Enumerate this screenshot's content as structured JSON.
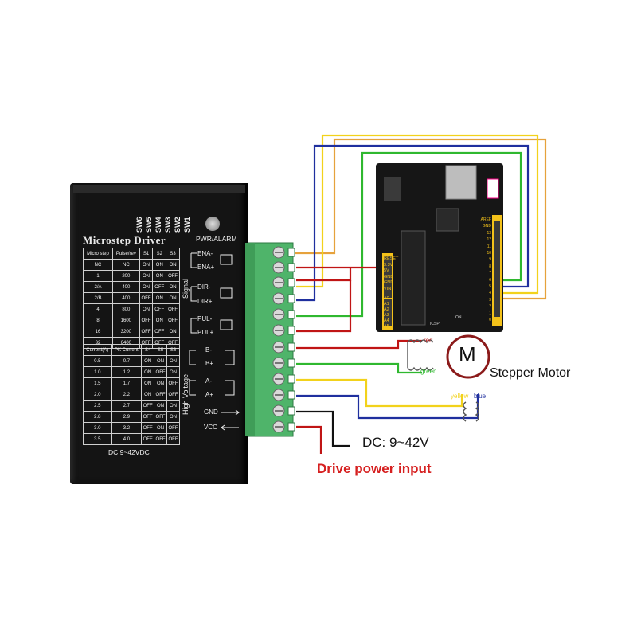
{
  "driver": {
    "title": "Microstep Driver",
    "switch_labels": [
      "SW6",
      "SW5",
      "SW4",
      "SW3",
      "SW2",
      "SW1"
    ],
    "pwr_alarm": "PWR/ALARM",
    "signal_group": "Signal",
    "high_voltage_group": "High Voltage",
    "dc_rating": "DC:9~42VDC",
    "terminals": [
      "ENA-",
      "ENA+",
      "DIR-",
      "DIR+",
      "PUL-",
      "PUL+",
      "B-",
      "B+",
      "A-",
      "A+",
      "GND",
      "VCC"
    ],
    "microstep_table": {
      "headers": [
        "Micro step",
        "Pulse/rev",
        "S1",
        "S2",
        "S3"
      ],
      "rows": [
        [
          "NC",
          "NC",
          "ON",
          "ON",
          "ON"
        ],
        [
          "1",
          "200",
          "ON",
          "ON",
          "OFF"
        ],
        [
          "2/A",
          "400",
          "ON",
          "OFF",
          "ON"
        ],
        [
          "2/B",
          "400",
          "OFF",
          "ON",
          "ON"
        ],
        [
          "4",
          "800",
          "ON",
          "OFF",
          "OFF"
        ],
        [
          "8",
          "1600",
          "OFF",
          "ON",
          "OFF"
        ],
        [
          "16",
          "3200",
          "OFF",
          "OFF",
          "ON"
        ],
        [
          "32",
          "6400",
          "OFF",
          "OFF",
          "OFF"
        ]
      ]
    },
    "current_table": {
      "headers": [
        "Current(A)",
        "PK Current",
        "S4",
        "S5",
        "S6"
      ],
      "rows": [
        [
          "0.5",
          "0.7",
          "ON",
          "ON",
          "ON"
        ],
        [
          "1.0",
          "1.2",
          "ON",
          "OFF",
          "ON"
        ],
        [
          "1.5",
          "1.7",
          "ON",
          "ON",
          "OFF"
        ],
        [
          "2.0",
          "2.2",
          "ON",
          "OFF",
          "OFF"
        ],
        [
          "2.5",
          "2.7",
          "OFF",
          "ON",
          "ON"
        ],
        [
          "2.8",
          "2.9",
          "OFF",
          "OFF",
          "ON"
        ],
        [
          "3.0",
          "3.2",
          "OFF",
          "ON",
          "OFF"
        ],
        [
          "3.5",
          "4.0",
          "OFF",
          "OFF",
          "OFF"
        ]
      ]
    }
  },
  "arduino": {
    "left_pins": [
      "RESET",
      "3.3V",
      "5V",
      "GND",
      "GND",
      "VIN"
    ],
    "analog_pins": [
      "A0",
      "A1",
      "A2",
      "A3",
      "A4",
      "A5"
    ],
    "right_pins": [
      "AREF",
      "GND",
      "13",
      "12",
      "11",
      "10",
      "9",
      "8",
      "7",
      "6",
      "5",
      "4",
      "3",
      "2",
      "1",
      "0"
    ],
    "icsp": "ICSP",
    "on": "ON"
  },
  "motor": {
    "symbol": "M",
    "label": "Stepper Motor",
    "coil_labels": [
      "red",
      "green",
      "yellow",
      "blue"
    ]
  },
  "power": {
    "dc_label": "DC: 9~42V",
    "input_label": "Drive power input"
  },
  "colors": {
    "terminal_green": "#4fb46a",
    "wire_orange": "#e6a23c",
    "wire_yellow": "#f2d21b",
    "wire_blue": "#1f2f9e",
    "wire_green": "#2fb82f",
    "wire_red": "#c01515",
    "wire_black": "#111111",
    "board_black": "#161616",
    "header_yellow": "#f4c21a",
    "label_red": "#d62020"
  }
}
